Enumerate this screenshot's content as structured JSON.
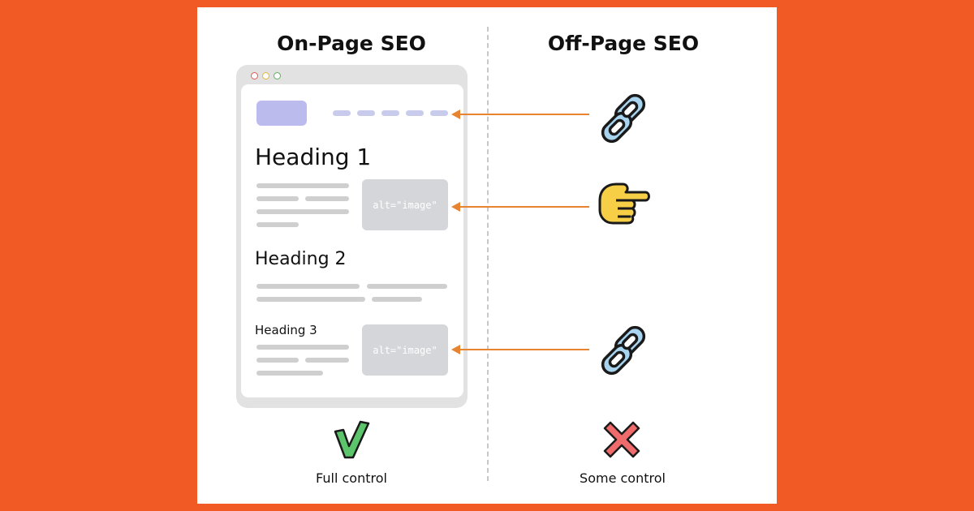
{
  "columns": {
    "left_title": "On-Page SEO",
    "right_title": "Off-Page SEO"
  },
  "page_mock": {
    "heading1": "Heading 1",
    "heading2": "Heading 2",
    "heading3": "Heading 3",
    "image_alt_1": "alt=\"image\"",
    "image_alt_2": "alt=\"image\""
  },
  "right_icons": [
    "link-icon",
    "pointing-hand-icon",
    "link-icon"
  ],
  "footer": {
    "left_status_icon": "checkmark-icon",
    "left_caption": "Full control",
    "right_status_icon": "cross-icon",
    "right_caption": "Some control"
  },
  "colors": {
    "background": "#f15a24",
    "arrow": "#e8832f",
    "check": "#5cc46b",
    "cross": "#f06b6b",
    "link": "#a9d4ef"
  }
}
